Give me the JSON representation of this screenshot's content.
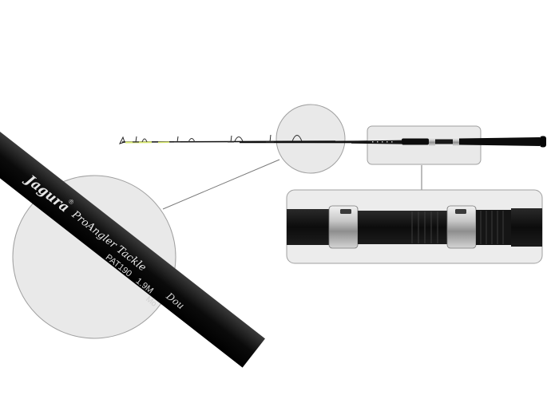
{
  "product": {
    "brand_logo_text": "Jagura",
    "registered_mark": "®",
    "series_text": "ProAngler Tackle",
    "model_code": "PAT190",
    "length_text": "1.9M",
    "partial_text_1": "Dou",
    "partial_text_2": "Mo"
  },
  "colors": {
    "background": "#ffffff",
    "rod_blank": "#101010",
    "callout_fill": "#e9e9e9",
    "callout_stroke": "#9a9a9a",
    "tip_accent": "#d8e870",
    "hardware": "#b8b8b8"
  },
  "icons": [
    "fishing-rod",
    "rod-guide",
    "reel-seat",
    "magnifier-callout"
  ]
}
